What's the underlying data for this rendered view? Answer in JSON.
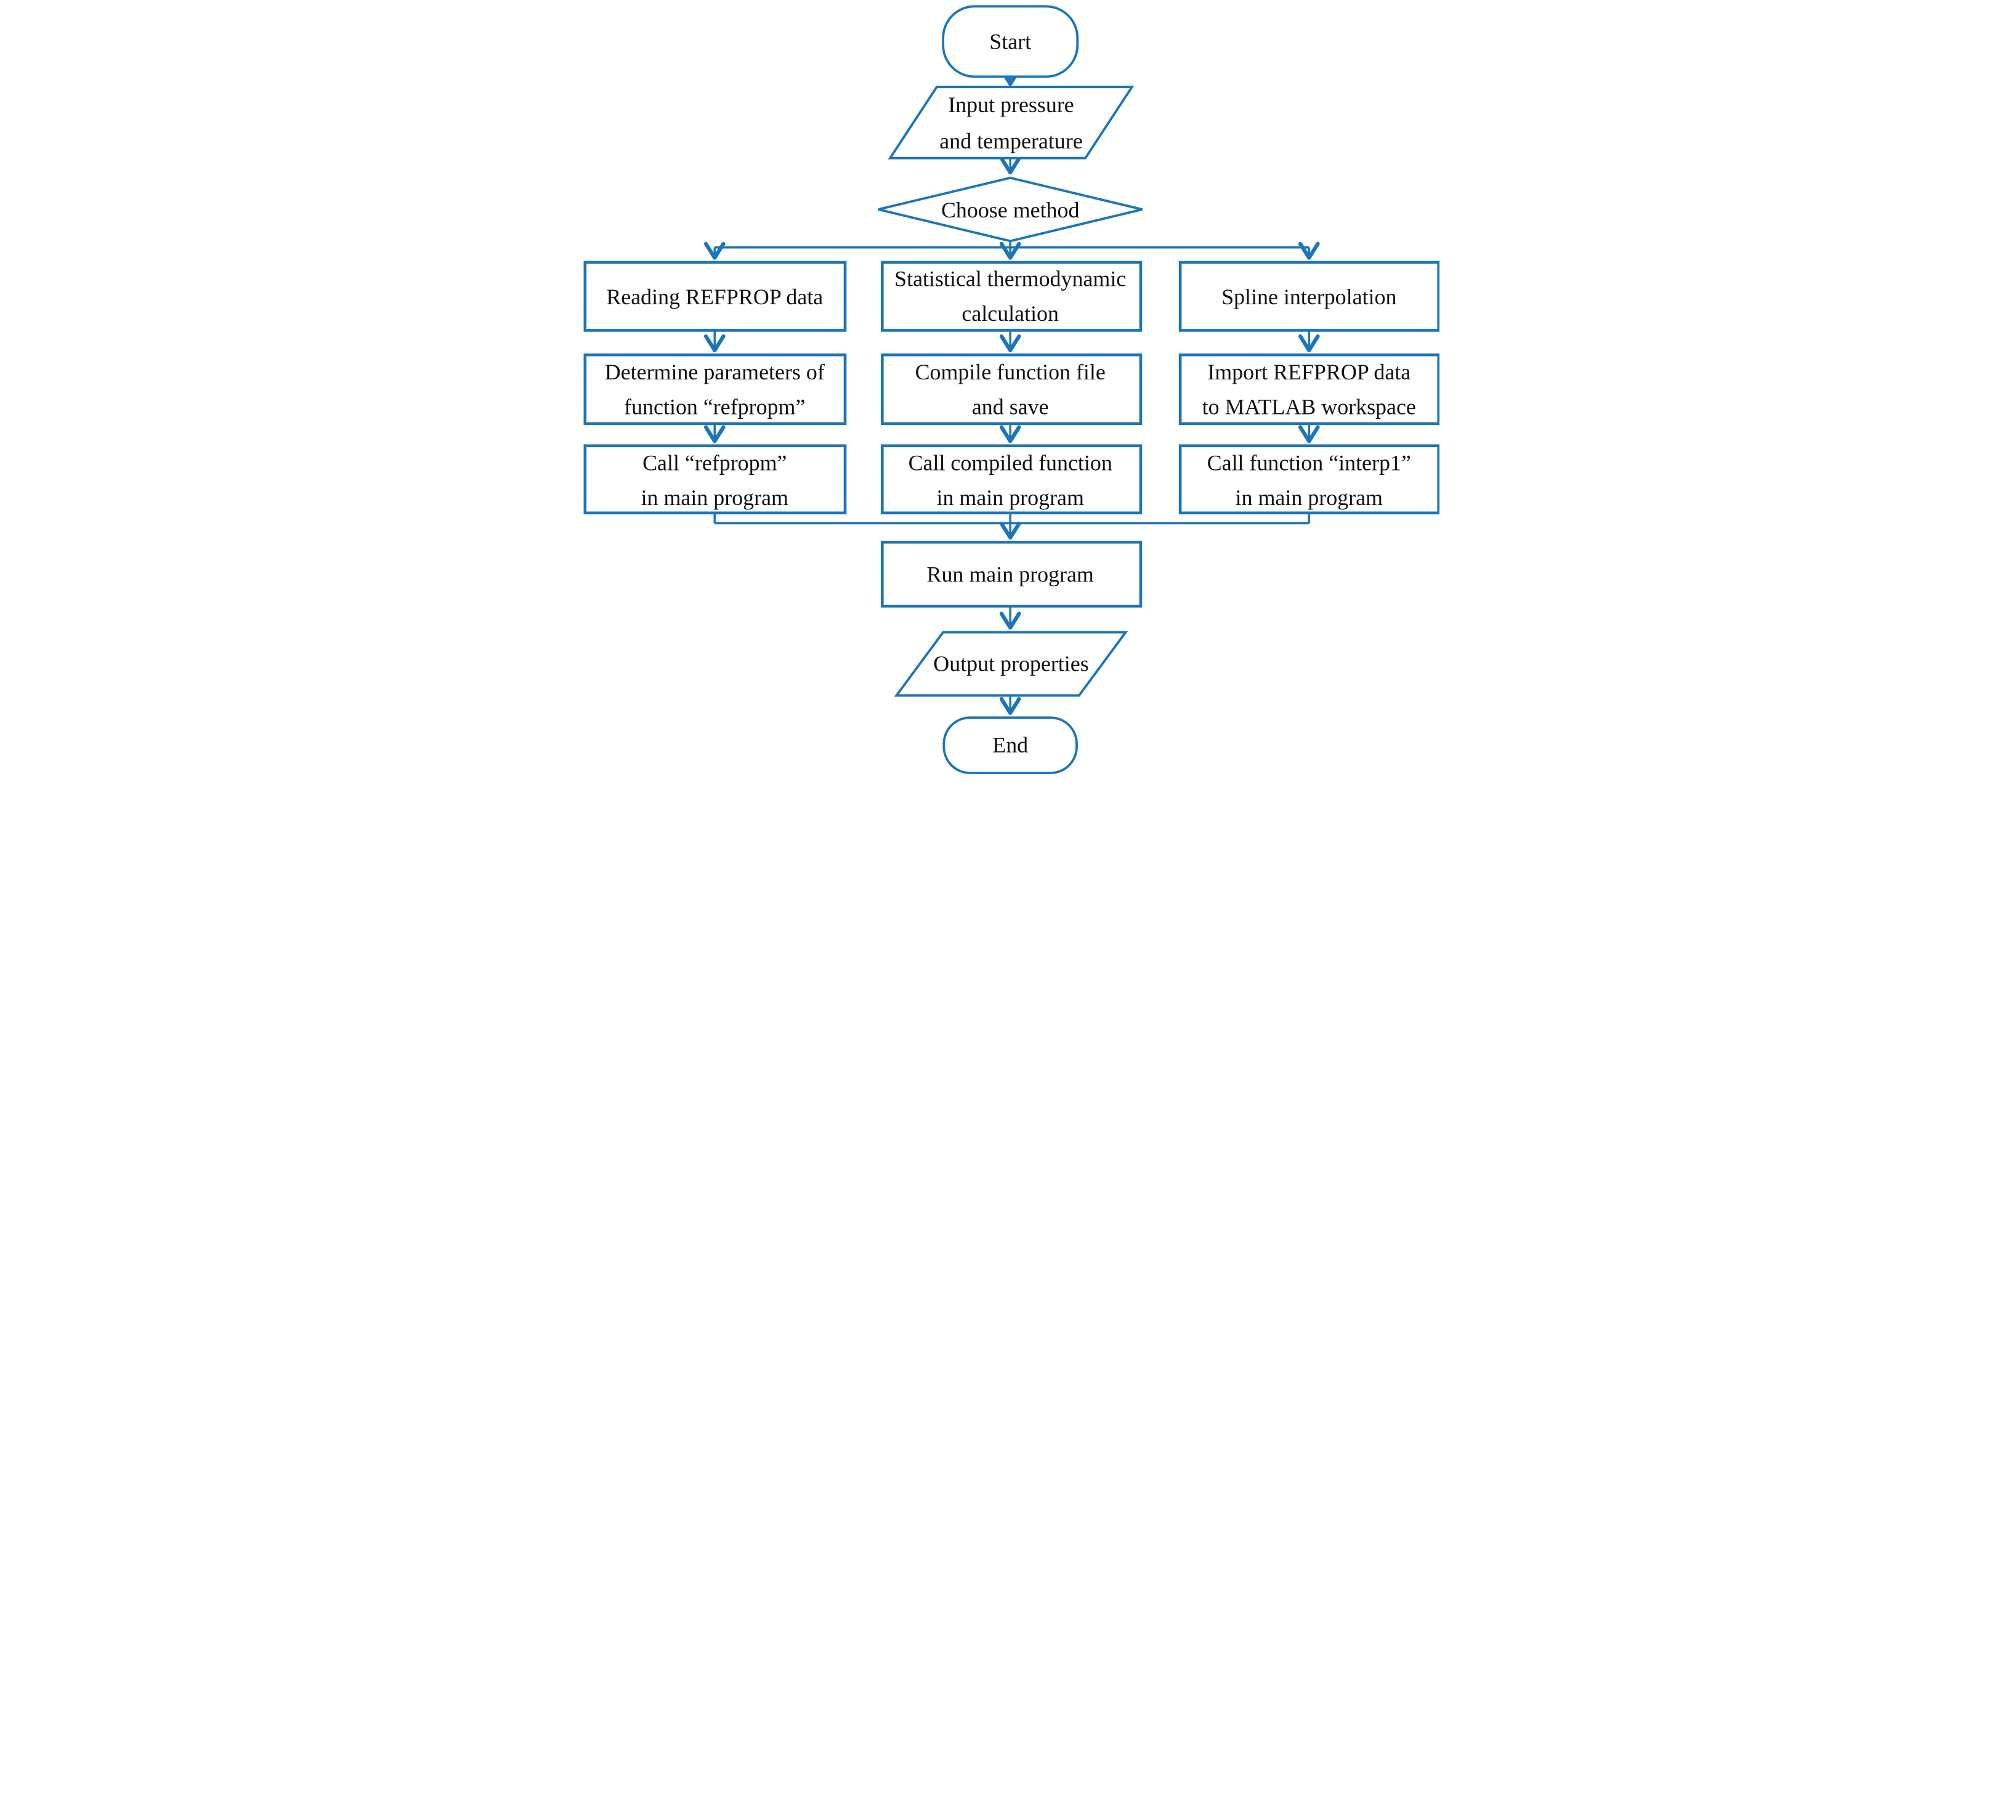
{
  "diagram": {
    "colors": {
      "accent": "#1b75bc",
      "text": "#111111",
      "background": "#ffffff"
    },
    "nodes": {
      "start": {
        "type": "terminator",
        "lines": [
          "Start"
        ]
      },
      "input_pressure_temperature": {
        "type": "input-output",
        "lines": [
          "Input pressure",
          "and temperature"
        ]
      },
      "choose_method": {
        "type": "decision",
        "lines": [
          "Choose method"
        ]
      },
      "reading_refprop_data": {
        "type": "process",
        "lines": [
          "Reading REFPROP data"
        ]
      },
      "statistical_thermodynamic_calculation": {
        "type": "process",
        "lines": [
          "Statistical thermodynamic",
          "calculation"
        ]
      },
      "spline_interpolation": {
        "type": "process",
        "lines": [
          "Spline interpolation"
        ]
      },
      "determine_parameters": {
        "type": "process",
        "lines": [
          "Determine parameters of",
          "function “refpropm”"
        ]
      },
      "compile_function_file": {
        "type": "process",
        "lines": [
          "Compile function file",
          "and save"
        ]
      },
      "import_refprop_data": {
        "type": "process",
        "lines": [
          "Import REFPROP data",
          "to MATLAB workspace"
        ]
      },
      "call_refpropm": {
        "type": "process",
        "lines": [
          "Call “refpropm”",
          "in main program"
        ]
      },
      "call_compiled_function": {
        "type": "process",
        "lines": [
          "Call compiled function",
          "in main program"
        ]
      },
      "call_interp1": {
        "type": "process",
        "lines": [
          "Call function “interp1”",
          "in main program"
        ]
      },
      "run_main_program": {
        "type": "process",
        "lines": [
          "Run main program"
        ]
      },
      "output_properties": {
        "type": "input-output",
        "lines": [
          "Output properties"
        ]
      },
      "end": {
        "type": "terminator",
        "lines": [
          "End"
        ]
      }
    }
  }
}
